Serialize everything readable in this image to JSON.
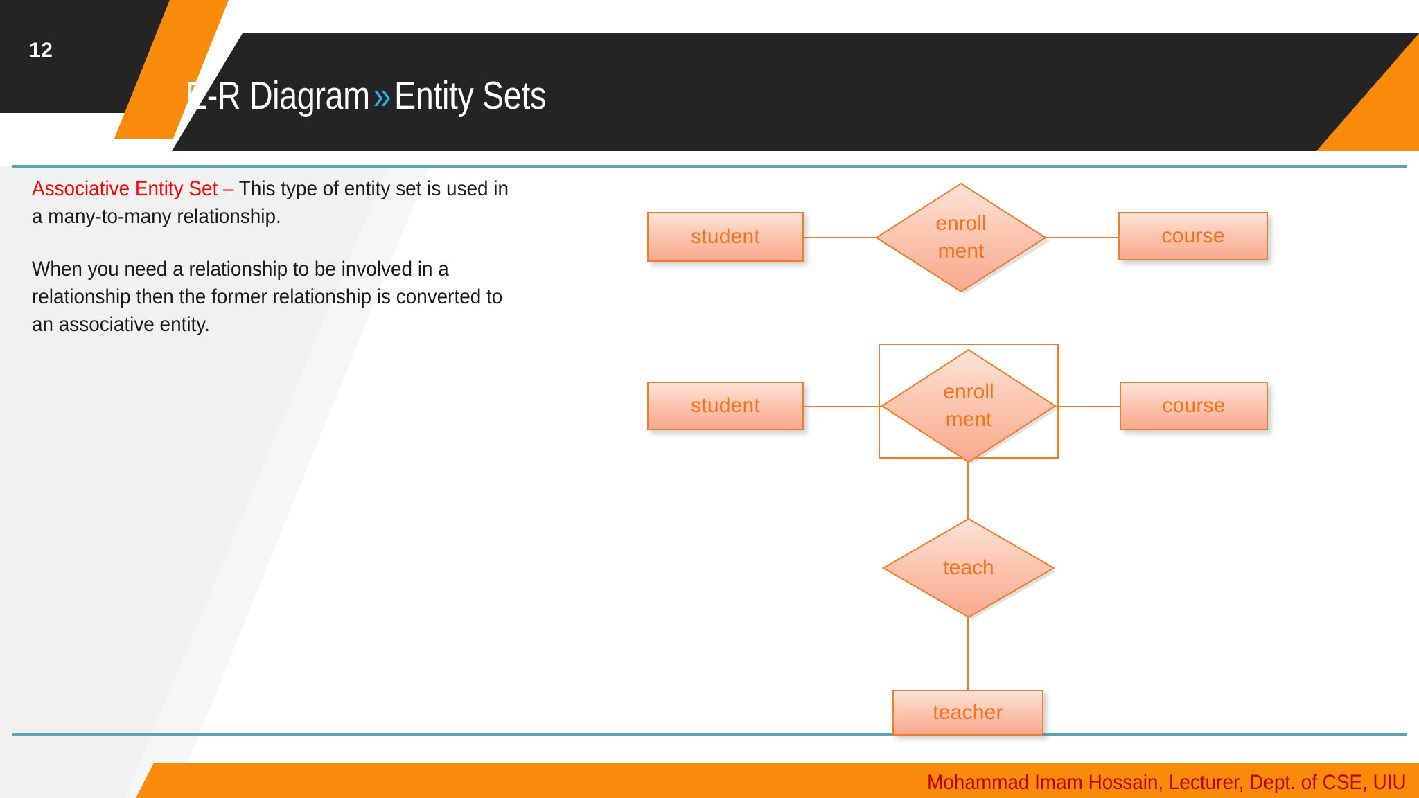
{
  "slide": {
    "number": "12",
    "title_part1": "E-R Diagram",
    "title_chevron": "»",
    "title_part2": "Entity Sets"
  },
  "body": {
    "term": "Associative Entity Set –",
    "paragraph1": " This type of entity set is used in a many-to-many relationship.",
    "paragraph2": "When you need a relationship to be involved in a relationship then the former relationship is converted to an associative entity."
  },
  "diagram1": {
    "entity_left": "student",
    "relationship_line1": "enroll",
    "relationship_line2": "ment",
    "entity_right": "course"
  },
  "diagram2": {
    "entity_left": "student",
    "relationship_line1": "enroll",
    "relationship_line2": "ment",
    "entity_right": "course",
    "relationship_lower": "teach",
    "entity_bottom": "teacher"
  },
  "footer": {
    "credit": "Mohammad Imam Hossain, Lecturer, Dept. of CSE, UIU"
  },
  "colors": {
    "dark": "#242424",
    "orange": "#F98A0A",
    "chevron_blue": "#2BAEE8",
    "teal_rule": "#5BA3B5",
    "term_red": "#FF0000",
    "footer_red": "#C00000",
    "shape_border": "#ED7D31",
    "shape_text": "#F4721B",
    "shape_fill_top": "#FDE3D8",
    "shape_fill_bottom": "#F8A98C"
  }
}
